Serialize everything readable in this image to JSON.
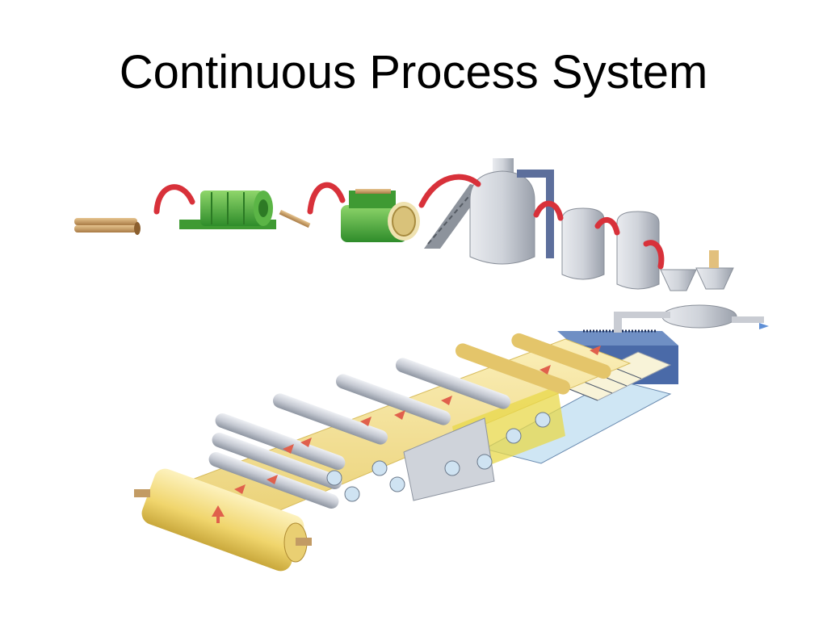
{
  "slide": {
    "title": "Continuous Process System"
  },
  "illustration": {
    "subject": "paper-making continuous process line",
    "stages": [
      "logs",
      "debarker",
      "chipper",
      "chip-conveyor",
      "digester",
      "washing-tanks",
      "refiners",
      "headbox",
      "wire-section",
      "press-section",
      "dryer-section",
      "reel"
    ],
    "colors": {
      "log": "#c9a06b",
      "machine_green": "#4caf3a",
      "flow_ribbon": "#d8313a",
      "tank_steel": "#c9ccd3",
      "paper_web": "#f3dc8c",
      "roll_steel": "#c8ccd6",
      "headbox_blue": "#6f8fc4",
      "felt_yellow": "#e8d84a",
      "arrow_red": "#e0604c"
    }
  }
}
